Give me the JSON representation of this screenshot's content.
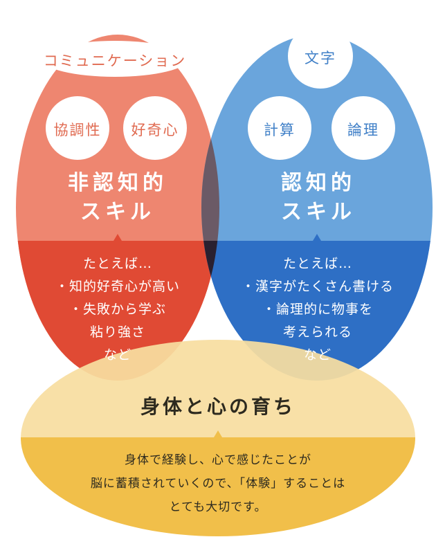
{
  "colors": {
    "left_light": "#ee8670",
    "left_dark": "#e04a34",
    "right_light": "#6aa5dc",
    "right_dark": "#2e6fc5",
    "overlap_light": "#6b5a66",
    "overlap_dark": "#2a2030",
    "bottom_light": "#f8dea0",
    "bottom_dark": "#f1bf4a",
    "left_text": "#e06a50",
    "right_text": "#3f7fc7"
  },
  "left": {
    "bubbles": [
      "コミュニケーション",
      "協調性",
      "好奇心"
    ],
    "title_lines": [
      "非認知的",
      "スキル"
    ],
    "examples": [
      "たとえば…",
      "・知的好奇心が高い",
      "・失敗から学ぶ",
      "粘り強さ",
      "など"
    ]
  },
  "right": {
    "bubbles": [
      "文字",
      "計算",
      "論理"
    ],
    "title_lines": [
      "認知的",
      "スキル"
    ],
    "examples": [
      "たとえば…",
      "・漢字がたくさん書ける",
      "・論理的に物事を",
      "考えられる",
      "など"
    ]
  },
  "bottom": {
    "title": "身体と心の育ち",
    "desc_lines": [
      "身体で経験し、心で感じたことが",
      "脳に蓄積されていくので、「体験」することは",
      "とても大切です。"
    ]
  }
}
